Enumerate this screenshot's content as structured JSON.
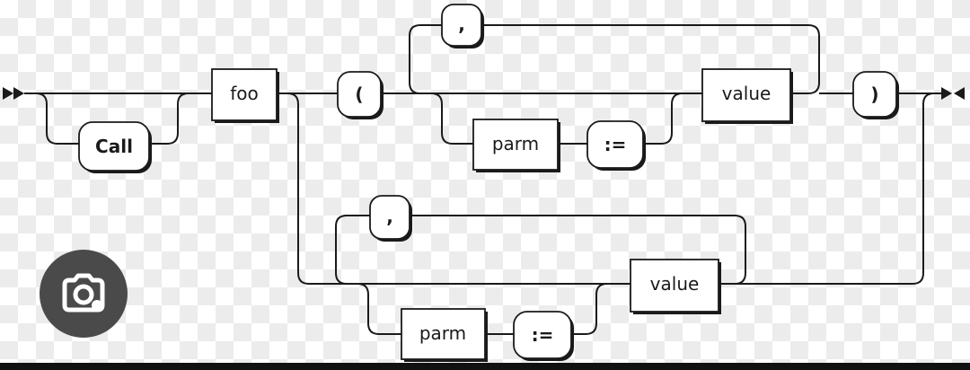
{
  "nodes": {
    "call": "Call",
    "foo": "foo",
    "open_paren": "(",
    "close_paren": ")",
    "comma_top": ",",
    "comma_bottom": ",",
    "value_top": "value",
    "value_bottom": "value",
    "parm_top": "parm",
    "parm_bottom": "parm",
    "assign_top": ":=",
    "assign_bottom": ":="
  },
  "overlay": {
    "lens_icon": "camera-search-icon"
  }
}
